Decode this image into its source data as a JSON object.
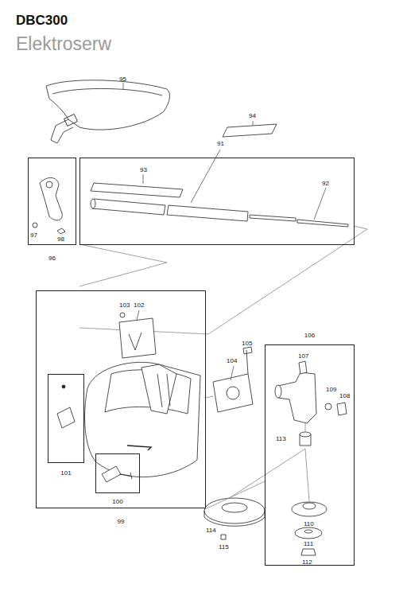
{
  "diagram": {
    "title": "DBC300",
    "nodes": [
      {
        "text": [
          "96"
        ]
      },
      {
        "text": [
          "91"
        ]
      },
      {
        "text": [
          "99"
        ]
      },
      {
        "text": [
          "101"
        ],
        "in": 2
      },
      {
        "text": [
          "100"
        ],
        "in": 2
      },
      {
        "text": [
          "106"
        ]
      }
    ],
    "labels": [
      "Elektroserw",
      "95",
      "94",
      "93",
      "92",
      "97",
      "98",
      "103",
      "102",
      "105",
      "104",
      "107",
      "109",
      "108",
      "113",
      "110",
      "111",
      "112",
      "114",
      "115"
    ]
  }
}
